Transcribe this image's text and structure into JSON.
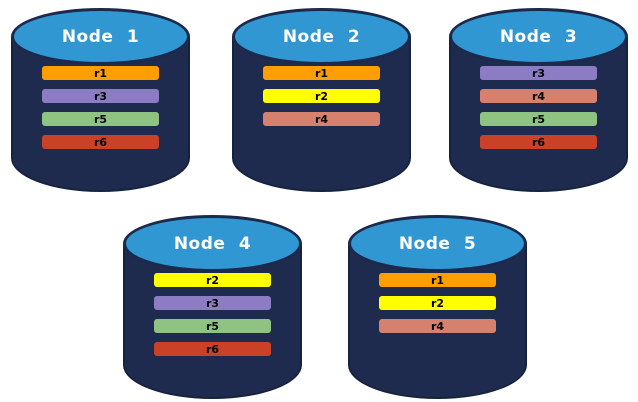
{
  "diagram": {
    "description": "Five database node cylinders holding colored replica bars",
    "colors": {
      "background": "#ffffff",
      "cylinder_body": "#1E2B4E",
      "cylinder_outline": "#16233F",
      "cylinder_top_fill": "#3197D3",
      "cylinder_top_border": "#1B2A4C",
      "title_text": "#ffffff",
      "bar_text": "#000000",
      "replica_colors": {
        "r1": "#FF9E00",
        "r2": "#FFFF00",
        "r3": "#8B7CC4",
        "r4": "#D6806E",
        "r5": "#8EC381",
        "r6": "#C94227"
      }
    },
    "nodes": [
      {
        "title": "Node 1",
        "replicas": [
          "r1",
          "r3",
          "r5",
          "r6"
        ]
      },
      {
        "title": "Node 2",
        "replicas": [
          "r1",
          "r2",
          "r4"
        ]
      },
      {
        "title": "Node 3",
        "replicas": [
          "r3",
          "r4",
          "r5",
          "r6"
        ]
      },
      {
        "title": "Node 4",
        "replicas": [
          "r2",
          "r3",
          "r5",
          "r6"
        ]
      },
      {
        "title": "Node 5",
        "replicas": [
          "r1",
          "r2",
          "r4"
        ]
      }
    ]
  }
}
